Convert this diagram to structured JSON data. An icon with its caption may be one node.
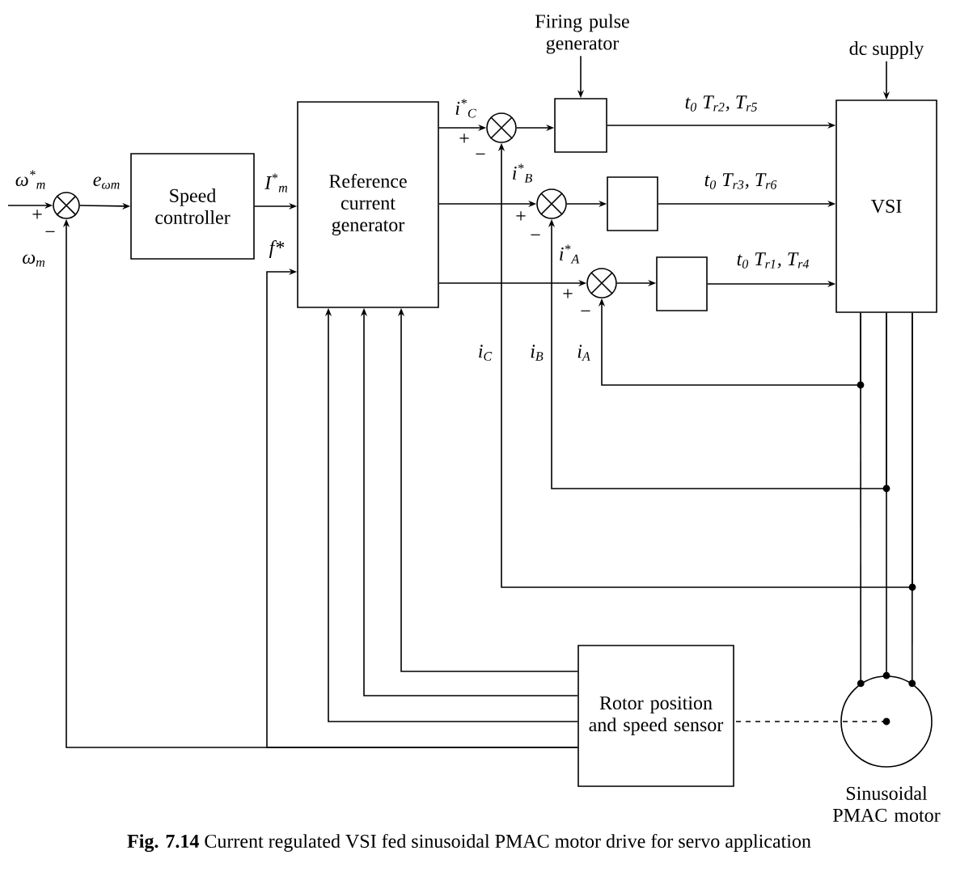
{
  "diagram": {
    "caption": "**Fig. 7.14** Current regulated VSI fed sinusoidal PMAC motor drive for servo application",
    "nodes": [
      {
        "text": [
          "Firing pulse generator"
        ]
      },
      {
        "text": [
          "dc supply"
        ]
      },
      {
        "text": [],
        "shape": "circle"
      },
      {
        "text": [
          "Speed controller"
        ]
      },
      {
        "text": [
          "Reference current generator"
        ]
      },
      {
        "text": [],
        "shape": "circle"
      },
      {
        "text": [],
        "shape": "box"
      },
      {
        "text": [],
        "shape": "circle"
      },
      {
        "text": [],
        "shape": "box"
      },
      {
        "text": [],
        "shape": "circle"
      },
      {
        "text": [],
        "shape": "box"
      },
      {
        "text": [
          "VSI"
        ]
      },
      {
        "text": [
          "Rotor position and speed sensor"
        ]
      },
      {
        "text": [],
        "shape": "circle",
        "beside": [
          "Sinusoidal PMAC motor"
        ]
      }
    ],
    "edges": [
      {
        "from": null,
        "to": 2,
        "arrow": "to",
        "label": "ω$^{*}$$_{m}$"
      },
      {
        "from": 2,
        "to": 3,
        "arrow": "to",
        "label": "e$_{ωm}$"
      },
      {
        "from": 3,
        "to": 4,
        "arrow": "to",
        "label": "I$^{*}$$_{m}$"
      },
      {
        "from": 4,
        "to": 5,
        "arrow": "to",
        "label": "i$^{*}$$_{C}$"
      },
      {
        "from": 5,
        "to": 6,
        "arrow": "to"
      },
      {
        "from": 0,
        "to": 6,
        "arrow": "to"
      },
      {
        "from": 6,
        "to": 11,
        "arrow": "to",
        "label": "t$_{0}$ T$_{r2}$, T$_{r5}$"
      },
      {
        "from": 4,
        "to": 7,
        "arrow": "to",
        "label": "i$^{*}$$_{B}$"
      },
      {
        "from": 7,
        "to": 8,
        "arrow": "to"
      },
      {
        "from": 8,
        "to": 11,
        "arrow": "to",
        "label": "t$_{0}$ T$_{r3}$, T$_{r6}$"
      },
      {
        "from": 4,
        "to": 9,
        "arrow": "to",
        "label": "i$^{*}$$_{A}$"
      },
      {
        "from": 9,
        "to": 10,
        "arrow": "to"
      },
      {
        "from": 10,
        "to": 11,
        "arrow": "to",
        "label": "t$_{0}$ T$_{r1}$, T$_{r4}$"
      },
      {
        "from": 1,
        "to": 11,
        "arrow": "to"
      },
      {
        "from": 11,
        "to": 13,
        "arrow": "none"
      },
      {
        "from": 11,
        "to": 13,
        "arrow": "none"
      },
      {
        "from": 11,
        "to": 13,
        "arrow": "none"
      },
      {
        "from": 11,
        "to": 9,
        "arrow": "to",
        "label": "i$_{A}$"
      },
      {
        "from": 11,
        "to": 7,
        "arrow": "to",
        "label": "i$_{B}$"
      },
      {
        "from": 11,
        "to": 5,
        "arrow": "to",
        "label": "i$_{C}$"
      },
      {
        "from": 12,
        "to": 4,
        "arrow": "to"
      },
      {
        "from": 12,
        "to": 4,
        "arrow": "to"
      },
      {
        "from": 12,
        "to": 4,
        "arrow": "to"
      },
      {
        "from": 12,
        "to": 4,
        "arrow": "to",
        "label": "f*"
      },
      {
        "from": 12,
        "to": 2,
        "arrow": "to",
        "label": "ω$_{m}$"
      },
      {
        "from": 13,
        "to": 12,
        "arrow": "none",
        "style": "dashed"
      }
    ],
    "labels": [
      "+",
      "−",
      "+",
      "−",
      "+",
      "−",
      "+",
      "−"
    ]
  }
}
